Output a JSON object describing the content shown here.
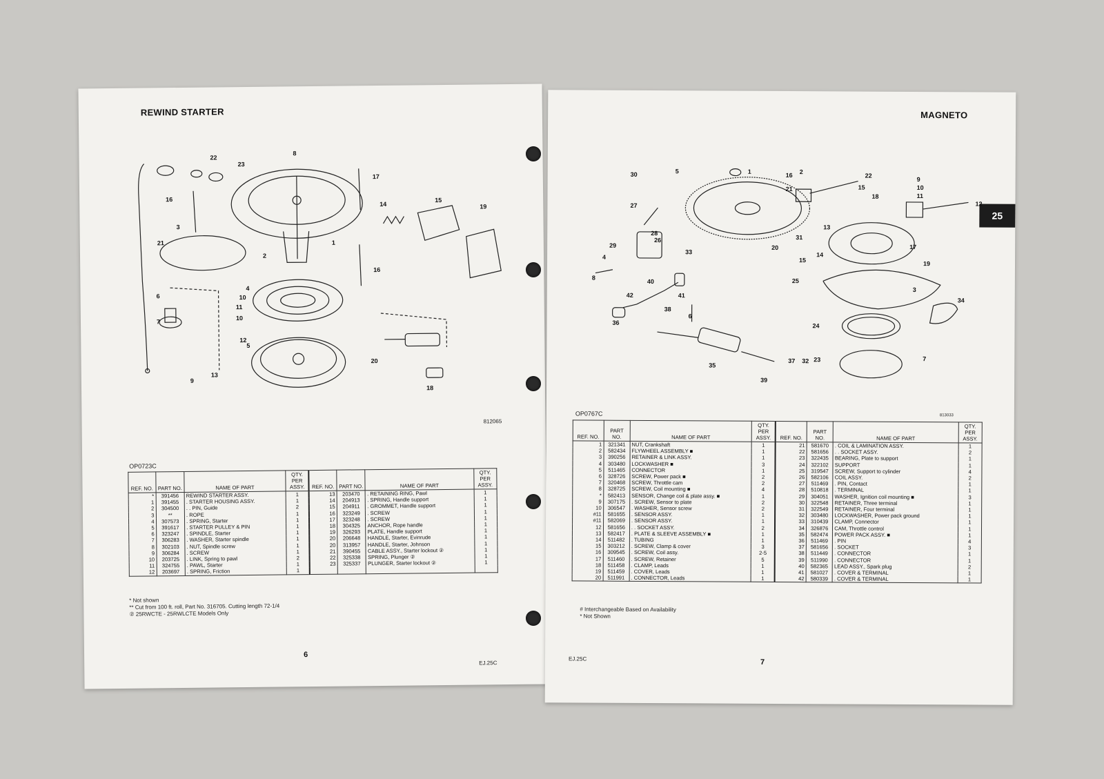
{
  "left": {
    "title": "REWIND STARTER",
    "diagram_code": "812065",
    "fig_code": "OP0723C",
    "labels": [
      "22",
      "23",
      "8",
      "17",
      "16",
      "3",
      "21",
      "14",
      "15",
      "19",
      "1",
      "2",
      "16",
      "4",
      "6",
      "10",
      "11",
      "7",
      "10",
      "12",
      "5",
      "9",
      "13",
      "20",
      "18"
    ],
    "columns": {
      "ref": "REF. NO.",
      "part": "PART NO.",
      "name": "NAME OF PART",
      "qty": "QTY. PER ASSY."
    },
    "rows_a": [
      [
        "*",
        "391456",
        "REWIND STARTER ASSY.",
        "1"
      ],
      [
        "1",
        "391455",
        ". STARTER HOUSING ASSY.",
        "1"
      ],
      [
        "2",
        "304500",
        ". . PIN, Guide",
        "2"
      ],
      [
        "3",
        "**",
        ". ROPE",
        "1"
      ],
      [
        "4",
        "307573",
        ". SPRING, Starter",
        "1"
      ],
      [
        "5",
        "391617",
        ". STARTER PULLEY & PIN",
        "1"
      ],
      [
        "6",
        "323247",
        ". SPINDLE, Starter",
        "1"
      ],
      [
        "7",
        "306283",
        ". WASHER, Starter spindle",
        "1"
      ],
      [
        "8",
        "302103",
        ". NUT, Spindle screw",
        "1"
      ],
      [
        "9",
        "306284",
        ". SCREW",
        "1"
      ],
      [
        "10",
        "203725",
        ". LINK, Spring to pawl",
        "2"
      ],
      [
        "11",
        "324755",
        ". PAWL, Starter",
        "1"
      ],
      [
        "12",
        "203697",
        ". SPRING, Friction",
        "1"
      ]
    ],
    "rows_b": [
      [
        "13",
        "203470",
        ". RETAINING RING, Pawl",
        "1"
      ],
      [
        "14",
        "204913",
        ". SPRING, Handle support",
        "1"
      ],
      [
        "15",
        "204911",
        ". GROMMET, Handle support",
        "1"
      ],
      [
        "16",
        "323249",
        ". SCREW",
        "1"
      ],
      [
        "17",
        "323248",
        ". SCREW",
        "1"
      ],
      [
        "18",
        "304325",
        "ANCHOR, Rope handle",
        "1"
      ],
      [
        "19",
        "326293",
        "PLATE, Handle support",
        "1"
      ],
      [
        "20",
        "206648",
        "HANDLE, Starter, Evinrude",
        "1"
      ],
      [
        "20",
        "313957",
        "HANDLE, Starter, Johnson",
        "1"
      ],
      [
        "21",
        "390455",
        "CABLE ASSY., Starter lockout ②",
        "1"
      ],
      [
        "22",
        "325338",
        "SPRING, Plunger ②",
        "1"
      ],
      [
        "23",
        "325337",
        "PLUNGER, Starter lockout ②",
        "1"
      ]
    ],
    "notes": [
      "* Not shown",
      "** Cut from 100 ft. roll, Part No. 316705. Cutting length 72-1/4",
      "② 25RWCTE - 25RWLCTE Models Only"
    ],
    "page_number": "6",
    "footer_code": "EJ.25C"
  },
  "right": {
    "title": "MAGNETO",
    "tab": "25",
    "diagram_code": "813033",
    "fig_code": "OP0767C",
    "labels": [
      "1",
      "2",
      "30",
      "5",
      "16",
      "21",
      "22",
      "15",
      "9",
      "10",
      "11",
      "18",
      "12",
      "27",
      "28",
      "13",
      "26",
      "29",
      "33",
      "17",
      "4",
      "8",
      "31",
      "14",
      "19",
      "20",
      "15",
      "25",
      "3",
      "34",
      "40",
      "42",
      "41",
      "6",
      "38",
      "36",
      "24",
      "32",
      "37",
      "35",
      "39",
      "23",
      "7"
    ],
    "columns": {
      "ref": "REF. NO.",
      "part": "PART NO.",
      "name": "NAME OF PART",
      "qty": "QTY. PER ASSY."
    },
    "rows_a": [
      [
        "1",
        "321341",
        "NUT, Crankshaft",
        "1"
      ],
      [
        "2",
        "582434",
        "FLYWHEEL ASSEMBLY ■",
        "1"
      ],
      [
        "3",
        "390256",
        "RETAINER & LINK ASSY.",
        "1"
      ],
      [
        "4",
        "303480",
        "LOCKWASHER ■",
        "3"
      ],
      [
        "5",
        "511465",
        "CONNECTOR",
        "1"
      ],
      [
        "6",
        "328726",
        "SCREW, Power pack ■",
        "2"
      ],
      [
        "7",
        "320468",
        "SCREW, Throttle cam",
        "2"
      ],
      [
        "8",
        "328725",
        "SCREW, Coil mounting ■",
        "4"
      ],
      [
        "*",
        "582413",
        "SENSOR, Change coil & plate assy. ■",
        "1"
      ],
      [
        "9",
        "307175",
        ". SCREW, Sensor to plate",
        "2"
      ],
      [
        "10",
        "306547",
        ". WASHER, Sensor screw",
        "2"
      ],
      [
        "#11",
        "581655",
        ". SENSOR ASSY.",
        "1"
      ],
      [
        "#11",
        "582069",
        ". SENSOR ASSY.",
        "1"
      ],
      [
        "12",
        "581656",
        ". . SOCKET ASSY.",
        "2"
      ],
      [
        "13",
        "582417",
        ". PLATE & SLEEVE ASSEMBLY ■",
        "1"
      ],
      [
        "14",
        "511482",
        ". TUBING",
        "1"
      ],
      [
        "15",
        "303212",
        ". SCREW, Clamp & cover",
        "3"
      ],
      [
        "16",
        "309545",
        ". SCREW, Coil assy.",
        "2-5"
      ],
      [
        "17",
        "511460",
        ". SCREW, Retainer",
        "5"
      ],
      [
        "18",
        "511458",
        ". CLAMP, Leads",
        "1"
      ],
      [
        "19",
        "511459",
        ". COVER, Leads",
        "1"
      ],
      [
        "20",
        "511991",
        ". CONNECTOR, Leads",
        "1"
      ]
    ],
    "rows_b": [
      [
        "21",
        "581670",
        ". COIL & LAMINATION ASSY.",
        "1"
      ],
      [
        "22",
        "581656",
        ". . SOCKET ASSY.",
        "2"
      ],
      [
        "23",
        "322435",
        "BEARING, Plate to support",
        "1"
      ],
      [
        "24",
        "322102",
        "SUPPORT",
        "1"
      ],
      [
        "25",
        "319547",
        "SCREW, Support to cylinder",
        "4"
      ],
      [
        "26",
        "582106",
        "COIL ASSY.",
        "2"
      ],
      [
        "27",
        "511469",
        ". PIN, Contact",
        "1"
      ],
      [
        "28",
        "510818",
        ". TERMINAL",
        "1"
      ],
      [
        "29",
        "304051",
        "WASHER, Ignition coil mounting ■",
        "3"
      ],
      [
        "30",
        "322548",
        "RETAINER, Three terminal",
        "1"
      ],
      [
        "31",
        "322549",
        "RETAINER, Four terminal",
        "1"
      ],
      [
        "32",
        "303480",
        "LOCKWASHER, Power pack ground",
        "1"
      ],
      [
        "33",
        "310439",
        "CLAMP, Connector",
        "1"
      ],
      [
        "34",
        "326876",
        "CAM, Throttle control",
        "1"
      ],
      [
        "35",
        "582474",
        "POWER PACK ASSY. ■",
        "1"
      ],
      [
        "36",
        "511469",
        ". PIN",
        "4"
      ],
      [
        "37",
        "581656",
        ". SOCKET",
        "3"
      ],
      [
        "38",
        "511449",
        ". CONNECTOR",
        "1"
      ],
      [
        "39",
        "511990",
        ". CONNECTOR",
        "1"
      ],
      [
        "40",
        "582365",
        "LEAD ASSY., Spark plug",
        "2"
      ],
      [
        "41",
        "581027",
        ". COVER & TERMINAL",
        "1"
      ],
      [
        "42",
        "580339",
        ". COVER & TERMINAL",
        "1"
      ]
    ],
    "notes": [
      "# Interchangeable Based on Availability",
      "* Not Shown"
    ],
    "page_number": "7",
    "footer_code": "EJ.25C"
  }
}
